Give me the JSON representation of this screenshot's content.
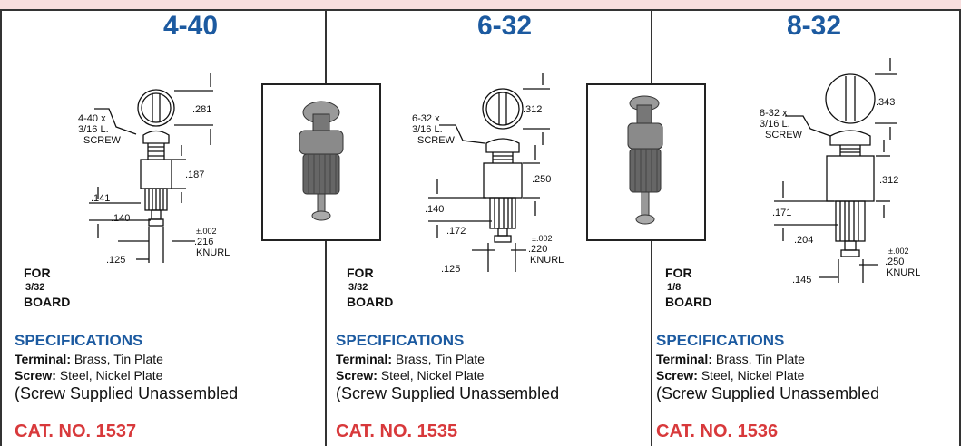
{
  "columns": [
    {
      "thread": "4-40",
      "drawing": {
        "screw_label": [
          "4-40 x",
          "3/16 L.",
          "SCREW"
        ],
        "dims": [
          ".281",
          ".187",
          ".141",
          ".140",
          ".125",
          "±.002",
          ".216",
          "KNURL"
        ]
      },
      "board": {
        "label_top": "FOR",
        "fraction": "3/32",
        "label_bottom": "BOARD"
      },
      "specs_header": "SPECIFICATIONS",
      "terminal_label": "Terminal:",
      "terminal_value": "Brass, Tin Plate",
      "screw_spec_label": "Screw:",
      "screw_spec_value": "Steel, Nickel Plate",
      "note": "(Screw Supplied Unassembled",
      "cat_no": "CAT. NO. 1537"
    },
    {
      "thread": "6-32",
      "drawing": {
        "screw_label": [
          "6-32 x",
          "3/16 L.",
          "SCREW"
        ],
        "dims": [
          ".312",
          ".250",
          ".140",
          ".172",
          ".125",
          "±.002",
          ".220",
          "KNURL"
        ]
      },
      "board": {
        "label_top": "FOR",
        "fraction": "3/32",
        "label_bottom": "BOARD"
      },
      "specs_header": "SPECIFICATIONS",
      "terminal_label": "Terminal:",
      "terminal_value": "Brass, Tin Plate",
      "screw_spec_label": "Screw:",
      "screw_spec_value": "Steel, Nickel Plate",
      "note": "(Screw Supplied Unassembled",
      "cat_no": "CAT. NO. 1535"
    },
    {
      "thread": "8-32",
      "drawing": {
        "screw_label": [
          "8-32 x",
          "3/16 L.",
          "SCREW"
        ],
        "dims": [
          ".343",
          ".312",
          ".171",
          ".204",
          ".145",
          "±.002",
          ".250",
          "KNURL"
        ]
      },
      "board": {
        "label_top": "FOR",
        "fraction": "1/8",
        "label_bottom": "BOARD"
      },
      "specs_header": "SPECIFICATIONS",
      "terminal_label": "Terminal:",
      "terminal_value": "Brass, Tin Plate",
      "screw_spec_label": "Screw:",
      "screw_spec_value": "Steel, Nickel Plate",
      "note": "(Screw Supplied Unassembled",
      "cat_no": "CAT. NO. 1536"
    }
  ],
  "colors": {
    "accent_blue": "#1c5aa0",
    "cat_red": "#d8393b",
    "top_band": "#f8dede"
  }
}
